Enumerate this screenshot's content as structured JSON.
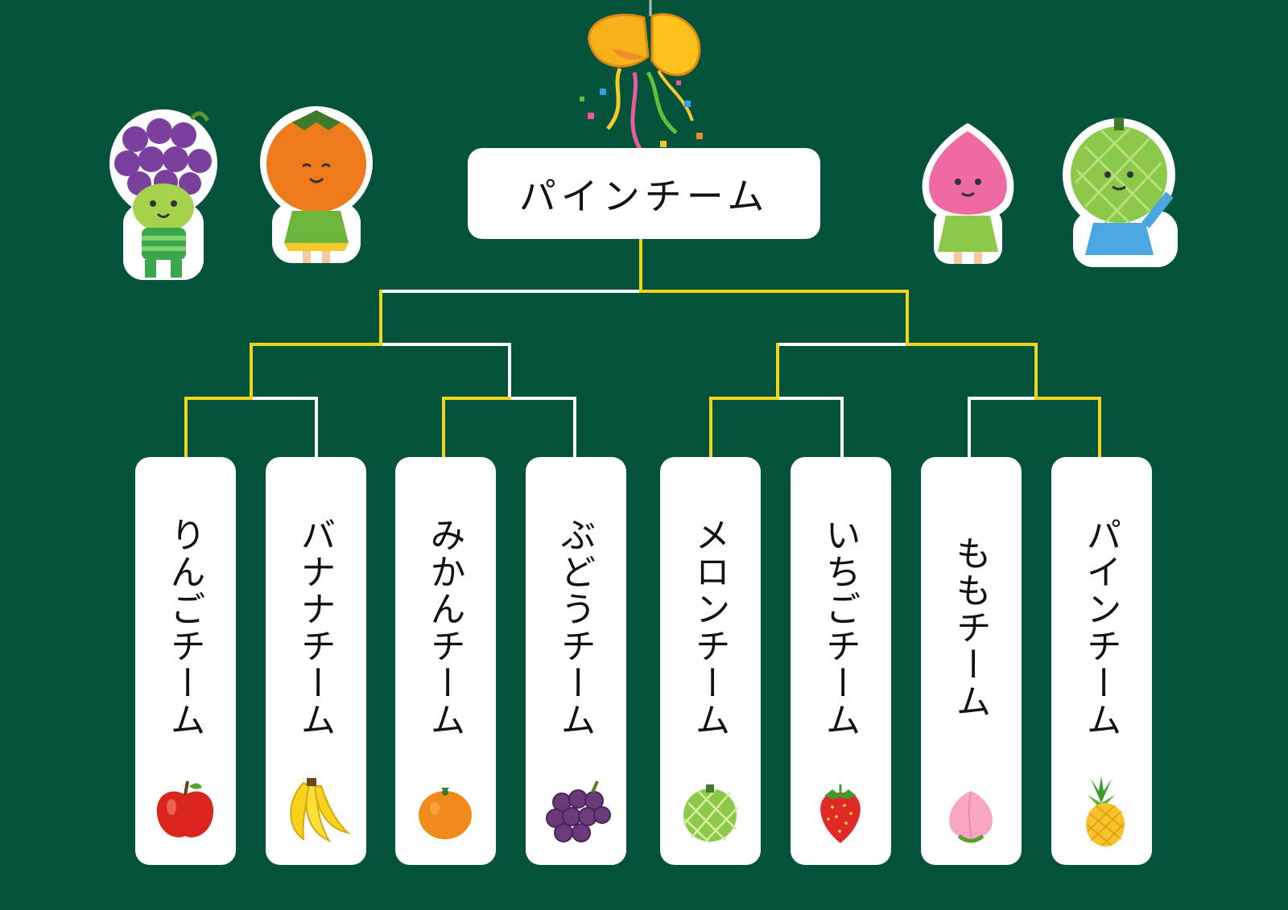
{
  "bracket": {
    "winner": "パインチーム",
    "teams": [
      {
        "name": "りんごチーム",
        "icon": "apple-icon"
      },
      {
        "name": "バナナチーム",
        "icon": "banana-icon"
      },
      {
        "name": "みかんチーム",
        "icon": "mandarin-orange-icon"
      },
      {
        "name": "ぶどうチーム",
        "icon": "grape-icon"
      },
      {
        "name": "メロンチーム",
        "icon": "melon-icon"
      },
      {
        "name": "いちごチーム",
        "icon": "strawberry-icon"
      },
      {
        "name": "ももチーム",
        "icon": "peach-icon"
      },
      {
        "name": "パインチーム",
        "icon": "pineapple-icon"
      }
    ]
  },
  "decorations": {
    "top": "kusudama-confetti-icon",
    "mascots": [
      "grape-mascot-icon",
      "persimmon-mascot-icon",
      "peach-mascot-icon",
      "melon-mascot-icon"
    ]
  },
  "colors": {
    "background": "#03523b",
    "winner_path": "#f2d51a",
    "bracket_line": "#ffffff",
    "card": "#ffffff"
  }
}
